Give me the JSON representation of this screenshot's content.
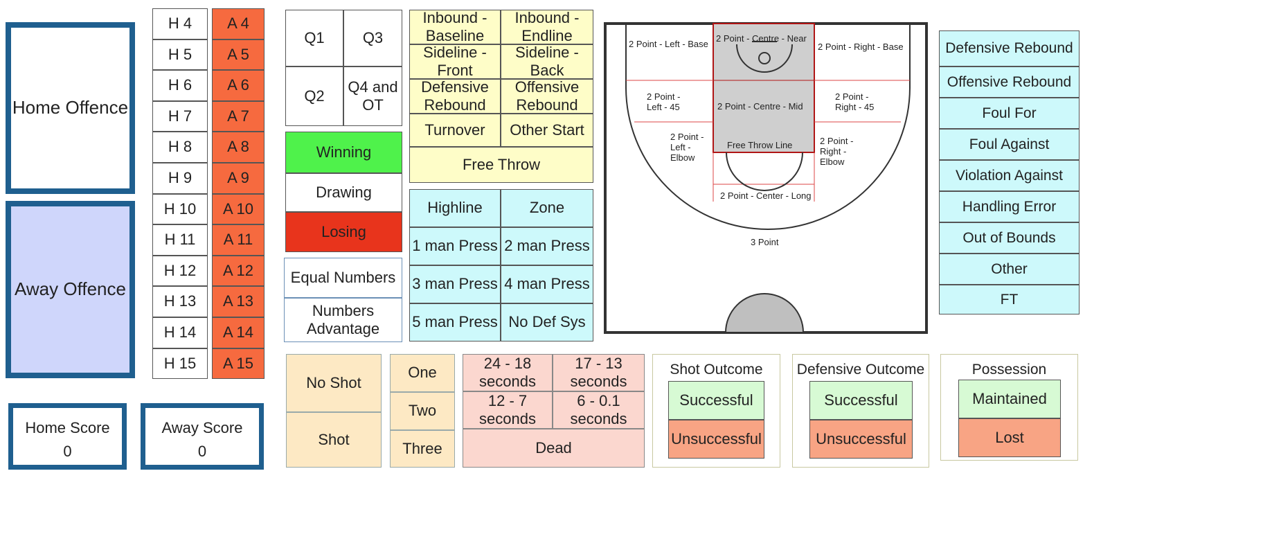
{
  "offence": {
    "home": "Home Offence",
    "away": "Away Offence"
  },
  "colors": {
    "home_bg": "#ffffff",
    "away_bg": "#cfd6fb",
    "frame": "#1f5f8f"
  },
  "score": {
    "home_label": "Home Score",
    "home_value": "0",
    "away_label": "Away Score",
    "away_value": "0"
  },
  "players": {
    "home": [
      "H 4",
      "H 5",
      "H 6",
      "H 7",
      "H 8",
      "H 9",
      "H 10",
      "H 11",
      "H 12",
      "H 13",
      "H 14",
      "H 15"
    ],
    "away": [
      "A 4",
      "A 5",
      "A 6",
      "A 7",
      "A 8",
      "A 9",
      "A 10",
      "A 11",
      "A 12",
      "A 13",
      "A 14",
      "A 15"
    ]
  },
  "quarters": [
    "Q1",
    "Q3",
    "Q2",
    "Q4 and\nOT"
  ],
  "game_state": {
    "winning": "Winning",
    "drawing": "Drawing",
    "losing": "Losing"
  },
  "numbers": {
    "equal": "Equal Numbers",
    "advantage": "Numbers\nAdvantage"
  },
  "possession_start": [
    "Inbound -\nBaseline",
    "Inbound -\nEndline",
    "Sideline -\nFront",
    "Sideline -\nBack",
    "Defensive\nRebound",
    "Offensive\nRebound",
    "Turnover",
    "Other Start"
  ],
  "free_throw": "Free Throw",
  "defense": [
    "Highline",
    "Zone",
    "1 man Press",
    "2 man Press",
    "3 man Press",
    "4 man Press",
    "5 man Press",
    "No Def Sys"
  ],
  "court": {
    "left_base": "2 Point - Left - Base",
    "centre_near": "2 Point - Centre - Near",
    "right_base": "2 Point - Right - Base",
    "left_45": "2 Point -\nLeft - 45",
    "centre_mid": "2 Point - Centre - Mid",
    "right_45": "2 Point -\nRight - 45",
    "left_elbow": "2 Point -\nLeft -\nElbow",
    "free_throw_line": "Free Throw Line",
    "right_elbow": "2 Point -\nRight -\nElbow",
    "centre_long": "2 Point - Center - Long",
    "three_point": "3 Point"
  },
  "end_events": [
    "Defensive Rebound",
    "Offensive Rebound",
    "Foul For",
    "Foul Against",
    "Violation Against",
    "Handling Error",
    "Out of Bounds",
    "Other",
    "FT"
  ],
  "shot": {
    "no_shot": "No Shot",
    "shot": "Shot"
  },
  "passes": [
    "One",
    "Two",
    "Three"
  ],
  "shot_clock": [
    "24 - 18\nseconds",
    "17 - 13\nseconds",
    "12 - 7\nseconds",
    "6 - 0.1\nseconds"
  ],
  "dead": "Dead",
  "shot_outcome": {
    "title": "Shot Outcome",
    "success": "Successful",
    "fail": "Unsuccessful"
  },
  "defensive_outcome": {
    "title": "Defensive Outcome",
    "success": "Successful",
    "fail": "Unsuccessful"
  },
  "possession": {
    "title": "Possession",
    "kept": "Maintained",
    "lost": "Lost"
  }
}
